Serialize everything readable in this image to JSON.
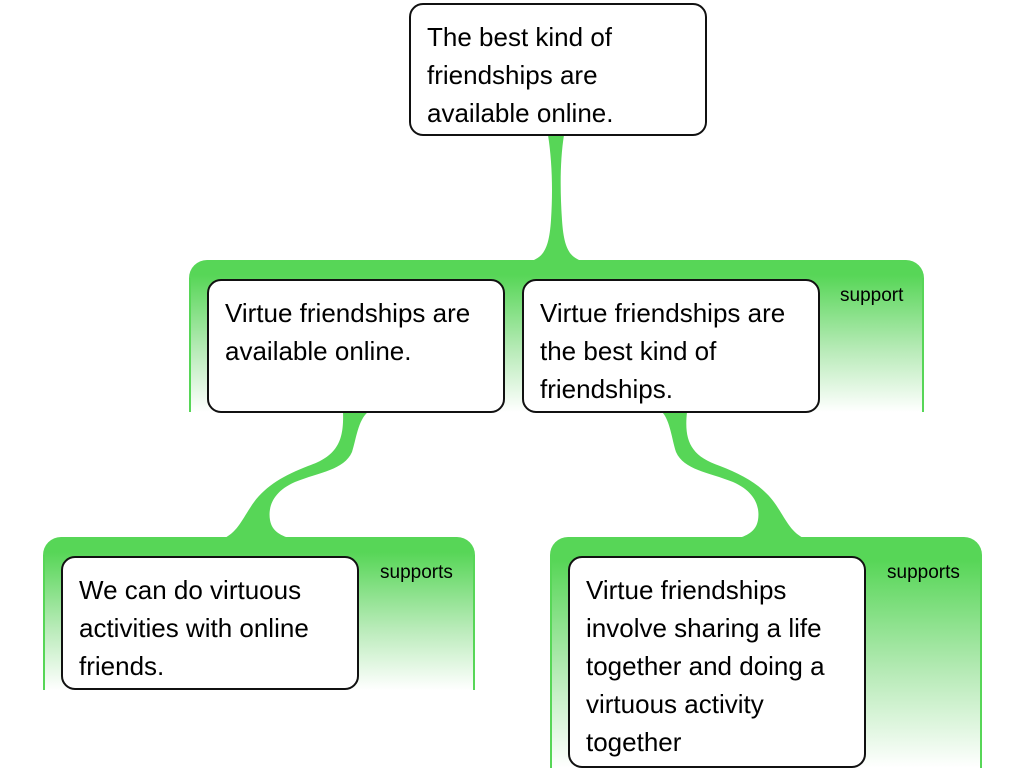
{
  "colors": {
    "link": "#57d657",
    "border": "#111111"
  },
  "root": {
    "text": "The best kind of friendships are available online."
  },
  "groups": [
    {
      "relation": "support",
      "claims": [
        {
          "text": "Virtue friendships are available online."
        },
        {
          "text": "Virtue friendships are the best kind of friendships."
        }
      ]
    },
    {
      "relation": "supports",
      "claims": [
        {
          "text": "We can do virtuous activities with online friends."
        }
      ]
    },
    {
      "relation": "supports",
      "claims": [
        {
          "text": "Virtue friendships involve sharing a life together and doing a virtuous activity together"
        }
      ]
    }
  ]
}
